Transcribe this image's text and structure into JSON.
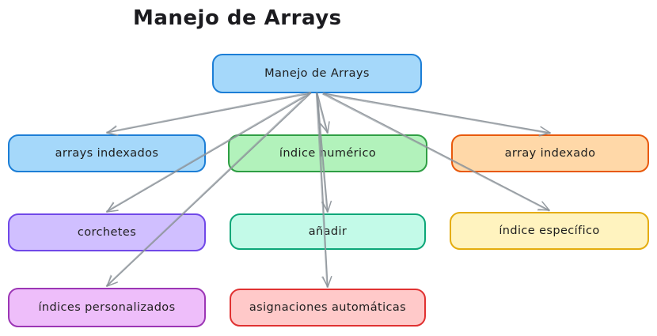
{
  "page_title": "Manejo de Arrays",
  "diagram": {
    "arrow_color": "#8e959b",
    "text_color": "#1e1e1e",
    "nodes": [
      {
        "id": "root",
        "label": "Manejo de Arrays",
        "fill": "#a5d8fa",
        "border": "#1c7ed6"
      },
      {
        "id": "arrays-indexados",
        "label": "arrays indexados",
        "fill": "#a5d8fa",
        "border": "#1c7ed6"
      },
      {
        "id": "indice-numerico",
        "label": "índice numérico",
        "fill": "#b2f2bb",
        "border": "#2f9e44"
      },
      {
        "id": "array-indexado",
        "label": "array indexado",
        "fill": "#ffd8a8",
        "border": "#e8590c"
      },
      {
        "id": "corchetes",
        "label": "corchetes",
        "fill": "#d0bfff",
        "border": "#7048e8"
      },
      {
        "id": "anadir",
        "label": "añadir",
        "fill": "#c3fae8",
        "border": "#0ca678"
      },
      {
        "id": "indice-especifico",
        "label": "índice específico",
        "fill": "#fff3bf",
        "border": "#e4ac0e"
      },
      {
        "id": "indices-personalizados",
        "label": "índices personalizados",
        "fill": "#eebefa",
        "border": "#9c36b5"
      },
      {
        "id": "asignaciones-automaticas",
        "label": "asignaciones automáticas",
        "fill": "#ffc9c9",
        "border": "#e03131"
      }
    ],
    "edges": [
      {
        "from": "root",
        "to": "arrays-indexados"
      },
      {
        "from": "root",
        "to": "indice-numerico"
      },
      {
        "from": "root",
        "to": "array-indexado"
      },
      {
        "from": "root",
        "to": "corchetes"
      },
      {
        "from": "root",
        "to": "anadir"
      },
      {
        "from": "root",
        "to": "indice-especifico"
      },
      {
        "from": "root",
        "to": "indices-personalizados"
      },
      {
        "from": "root",
        "to": "asignaciones-automaticas"
      }
    ]
  }
}
